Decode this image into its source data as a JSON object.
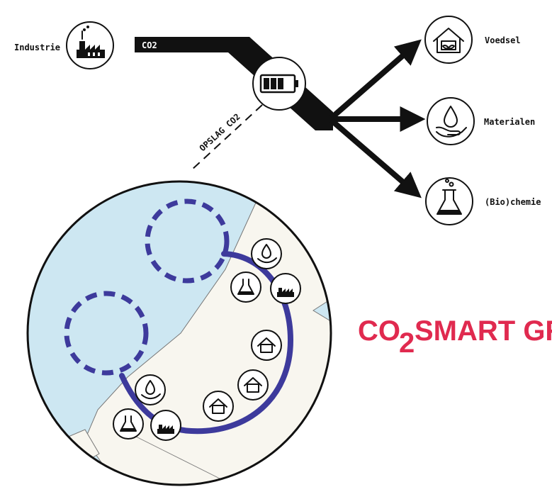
{
  "sources": {
    "industrie_label": "Industrie"
  },
  "flow": {
    "co2_label": "CO2",
    "storage_label": "OPSLAG CO2"
  },
  "outputs": [
    {
      "label": "Voedsel"
    },
    {
      "label": "Materialen"
    },
    {
      "label": "(Bio)chemie"
    }
  ],
  "title": {
    "main": "CO",
    "subscript": "2",
    "rest": "SMART GRID"
  },
  "colors": {
    "water": "#cde7f2",
    "land": "#f8f6ef",
    "grid": "#3d3a9c",
    "title": "#e02a4f",
    "ink": "#111111"
  },
  "icons": [
    "factory-icon",
    "battery-icon",
    "greenhouse-icon",
    "water-drop-hand-icon",
    "flask-icon"
  ]
}
